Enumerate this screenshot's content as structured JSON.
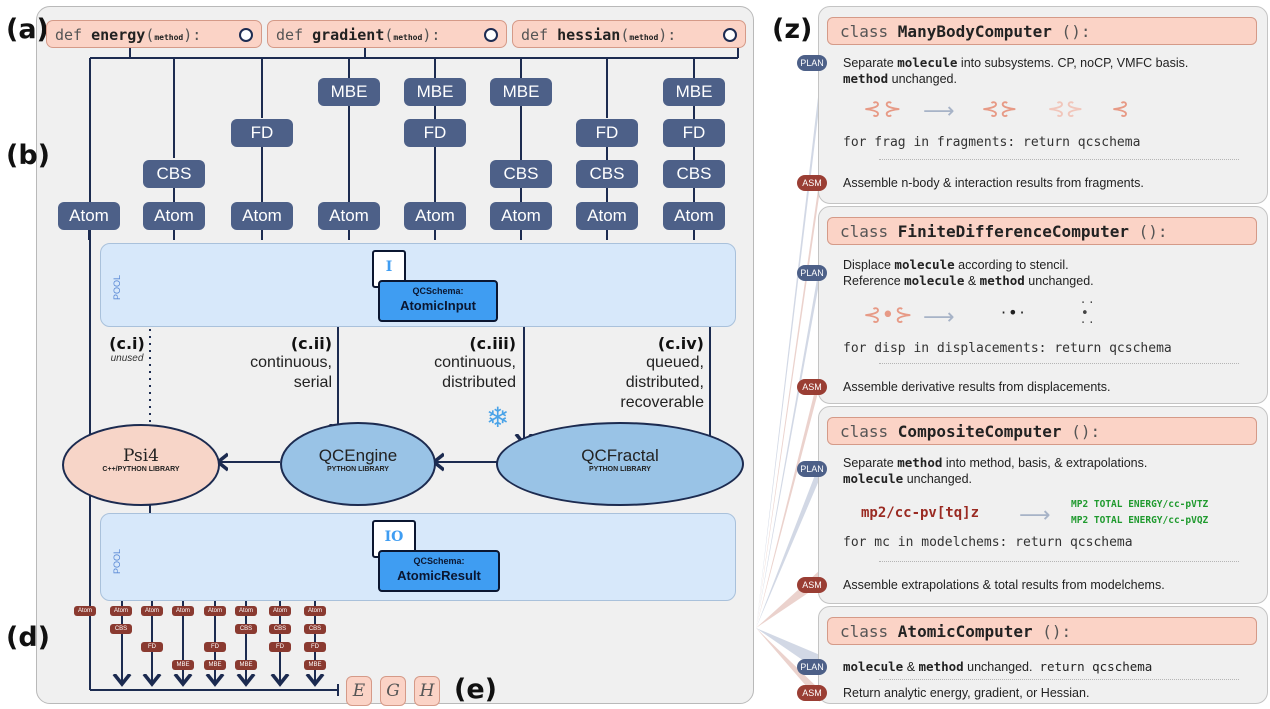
{
  "labels": {
    "a": "(a)",
    "b": "(b)",
    "d": "(d)",
    "e": "(e)",
    "z": "(z)"
  },
  "defs": [
    {
      "kw": "def ",
      "name": "energy",
      "arg": "method",
      "tail": "):"
    },
    {
      "kw": "def ",
      "name": "gradient",
      "arg": "method",
      "tail": "):"
    },
    {
      "kw": "def ",
      "name": "hessian",
      "arg": "method",
      "tail": "):"
    }
  ],
  "pills": {
    "mbe": "MBE",
    "fd": "FD",
    "cbs": "CBS",
    "atom": "Atom"
  },
  "pool": {
    "label": "POOL",
    "input_badge": "I",
    "input_title": "QCSchema:",
    "input_name": "AtomicInput",
    "output_badge": "IO",
    "output_title": "QCSchema:",
    "output_name": "AtomicResult"
  },
  "channels": [
    {
      "tag": "(c.i)",
      "desc": "unused"
    },
    {
      "tag": "(c.ii)",
      "desc1": "continuous,",
      "desc2": "serial"
    },
    {
      "tag": "(c.iii)",
      "desc1": "continuous,",
      "desc2": "distributed"
    },
    {
      "tag": "(c.iv)",
      "desc1": "queued,",
      "desc2": "distributed,",
      "desc3": "recoverable"
    }
  ],
  "engines": [
    {
      "name": "Psi4",
      "sub": "C++/PYTHON LIBRARY"
    },
    {
      "name": "QCEngine",
      "sub": "PYTHON LIBRARY"
    },
    {
      "name": "QCFractal",
      "sub": "PYTHON LIBRARY"
    }
  ],
  "mini": {
    "atom": "Atom",
    "cbs": "CBS",
    "fd": "FD",
    "mbe": "MBE"
  },
  "results": [
    "E",
    "G",
    "H"
  ],
  "colors": {
    "pink": "#fbd3c6",
    "navy": "#4d6088",
    "pool": "#d7e8fa",
    "psi4": "#f7d5c8",
    "engine": "#99c3e6",
    "asm": "#9a3e34"
  },
  "cards": [
    {
      "kw": "class ",
      "name": "ManyBodyComputer",
      "tail": " ():",
      "plan_badge": "PLAN",
      "plan1_a": "Separate ",
      "plan1_b": "molecule",
      "plan1_c": " into subsystems. CP, noCP, VMFC basis.",
      "plan2_a": "method",
      "plan2_b": " unchanged.",
      "code": "for frag in fragments: return qcschema",
      "asm_badge": "ASM",
      "asm": "Assemble n-body & interaction results from fragments."
    },
    {
      "kw": "class ",
      "name": "FiniteDifferenceComputer",
      "tail": " ():",
      "plan_badge": "PLAN",
      "plan1": "Displace ",
      "plan1_b": "molecule",
      "plan1_c": " according to stencil.",
      "plan2_a": "Reference ",
      "plan2_b": "molecule",
      "plan2_c": " & ",
      "plan2_d": "method",
      "plan2_e": " unchanged.",
      "code": "for disp in displacements: return qcschema",
      "asm_badge": "ASM",
      "asm": "Assemble derivative results from displacements."
    },
    {
      "kw": "class ",
      "name": "CompositeComputer",
      "tail": " ():",
      "plan_badge": "PLAN",
      "plan1_a": "Separate ",
      "plan1_b": "method",
      "plan1_c": " into method, basis, & extrapolations.",
      "plan2_a": "molecule",
      "plan2_b": " unchanged.",
      "mc": "mp2/cc-pv[tq]z",
      "mc_out1": "MP2 TOTAL ENERGY/cc-pVTZ",
      "mc_out2": "MP2 TOTAL ENERGY/cc-pVQZ",
      "code": "for mc in modelchems: return qcschema",
      "asm_badge": "ASM",
      "asm": "Assemble extrapolations & total results from modelchems."
    },
    {
      "kw": "class ",
      "name": "AtomicComputer",
      "tail": " ():",
      "plan_badge": "PLAN",
      "plan1_a": "molecule",
      "plan1_b": " & ",
      "plan1_c": "method",
      "plan1_d": " unchanged.",
      "plan1_e": "return qcschema",
      "asm_badge": "ASM",
      "asm": "Return analytic energy, gradient, or Hessian."
    }
  ]
}
